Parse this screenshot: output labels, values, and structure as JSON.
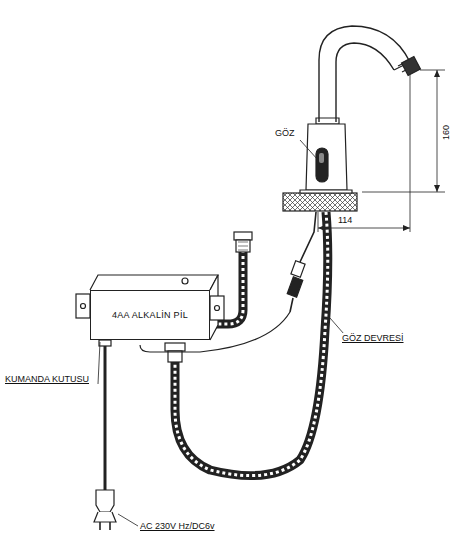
{
  "diagram": {
    "nodes": [
      {
        "text": [
          "4AA ALKALİN PİL"
        ]
      }
    ],
    "edges": [],
    "labels": [
      "GÖZ",
      "160",
      "114",
      "GÖZ DEVRESİ",
      "KUMANDA KUTUSU",
      "AC 230V Hz/DC6v"
    ]
  }
}
